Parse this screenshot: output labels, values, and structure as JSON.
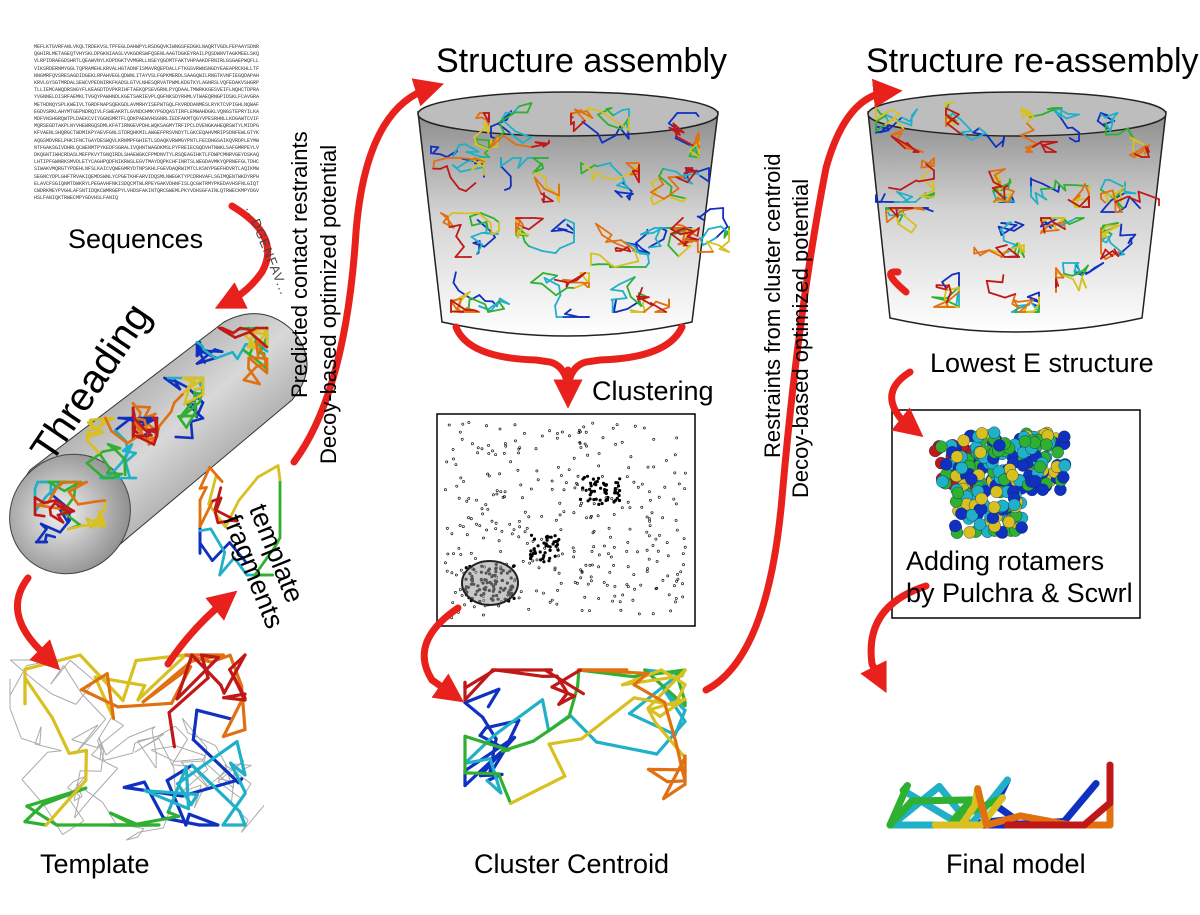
{
  "labels": {
    "sequences": "Sequences",
    "threading": "Threading",
    "template": "Template",
    "template_fragments_line1": "template",
    "template_fragments_line2": "fragments",
    "predicted_contact": "Predicted contact restraints",
    "decoy_based_1": "Decoy-based optimized potential",
    "structure_assembly": "Structure assembly",
    "clustering": "Clustering",
    "cluster_centroid": "Cluster Centroid",
    "restraints_from_centroid": "Restraints from cluster centroid",
    "decoy_based_2": "Decoy-based optimized potential",
    "structure_reassembly": "Structure re-assembly",
    "lowest_e": "Lowest E structure",
    "adding_rotamers_line1": "Adding rotamers",
    "adding_rotamers_line2": "by Pulchra & Scwrl",
    "final_model": "Final model",
    "seq_snippet": "...DGENFAV...",
    "sequence_text": "MEFLKTGVRFANLVKQLTRDEKVSLTPFEGLDAHWPYLRSDGQVKIWNGSFEDGKLNAQRTVGDLFEPAAYSDNRQGHIRLMETAGEQTVHYSKLDPGKNIAASLVVKGDRSWFQSENLAAGTDGKEYRAILPQSDWNVTAGKMEELSKQVLRPIDRAEGDSHRTLQEAWVNYLKDPDGKTVVMGRLLNSEYQGDMTFAKTVHPAAKDFRNIRLGSGAEPWQFLLVIKSRDERNMYGGLTQPRAMEHLKRVALHGTADNFISMAVRQEPDALLFTKGSVRWNSNGDYEAEAPRCKHLLTFNNGMRFQVSRESAGDIDGEKLRPAHVEGLQDWNLITAYVSLFGPKMERDLSAAGQWILRNGTKVNFIEGQDAPAHKRVLGYSGTMRDALSEWCVPEDNIRKFKADSLGTVLNHESQRVATPWMLKDGTKYLAGNRSLVQFEDAKVSHGRPTLLIEMCAWQDRSNGYFLKEAGDTDVPKRIHFTAEKQPSEVGRNLPYQDAALTMWRKKGESVEIFLNQHCTDPRAYVGNNELDISRFAEMKLTVGQYPAWHNDLKGETSARIEVPLQGFNKSDYRHMLVTWAEQRNGPIDSKLFCAVGRAMETHDNQYSPLKWEIVLTGRDFNAPSQEKGDLAVMRHYISEPWTGQLFKVRDDANMESLRYKTCVPIGHLNQWAFEGDVSRKLAHYMTGEPNDRQIVLFSWEAKRTLGVNDCHMKYPGDQASTIRFLEMWAHDGKLVQNGSTEPRYILKAMDFVNSHGRQWTPLDAEKCVIYGGNSMRTFLQDKPAEWVHSGNRLIEDFAKMTQGYVPESRHNLLKDGAWTCVIFMQRSEGDTAKPLNYVHEWRGQSDMLKFATIRNGEVPDHLWQKSAGMYTRFIPCLDVENGKAHEQRSWTYLMIDPGKFVAENLSHQRGCTWDMIKPYAEVFGNLSTDRQHKMILAWGEFPRSVNDYTLGKCEQAHVMRIPSDNFEWLGTYKAQGSMDVRELPHKIFNCTGAYDESWQVLKRNMPFGHIETLSDAQKVRWMGYPNTLFECDHGSAIKQVRDPLEYMWNTFGAKSGIVDHRLQCWENMTPYKEDFSGRALIVQHNTWAGDKMSLPYFREIECGQDVHTNWKLSAFGMRPEYLVDKQGNTIWHCRDASLMEFPKVYTGNQIRDLSHAEWGKCFPMDNVTYLRSQEAGIHKTLFDWPCMNRVGEYDSKAQLHTIPFGWNRKSMVDLETYCAGHPQDFNIKRWSLEGVTMAYDQPKCHFINRTSLWEGDAVMKYQPRNEFGLTDHCSIWAKVMQRGTYPDEHLNFSLKAICVQWEGMRYDTNPSKHLFGEVDAQRWIMTCLKSNYPGEFHDVRTLAQIKMWSEGNCYDPLGHFTRVAKIQEMDSWNLYCPGETKHFARVIDQSMLNWEGKTYPCDRHVAFLSGIMQENTWKDYRPHELAVCFSGIQNMTDWKRYLPEGAVHFNKISDQCMTWLRPEYGAKVDHNFISLQCGWTRMYPKEDAVHSFNLGIQTCWDRKMEYPVGHLAFSNTIDQKCWMRGEPYLVHDSFAKINTQRCGWEMLPKYVDHSGFAINLQTRWECKMPYDGVHSLFANIQKTRWECMPYGDVHSLFANIQ"
  },
  "colors": {
    "arrow": "#e8211c",
    "barrel_dark": "#7a7a7a",
    "barrel_light": "#ffffff",
    "protein_blue": "#1030c0",
    "protein_cyan": "#20b0c8",
    "protein_green": "#30b030",
    "protein_yellow": "#d8c020",
    "protein_orange": "#e07010",
    "protein_red": "#c01818"
  }
}
